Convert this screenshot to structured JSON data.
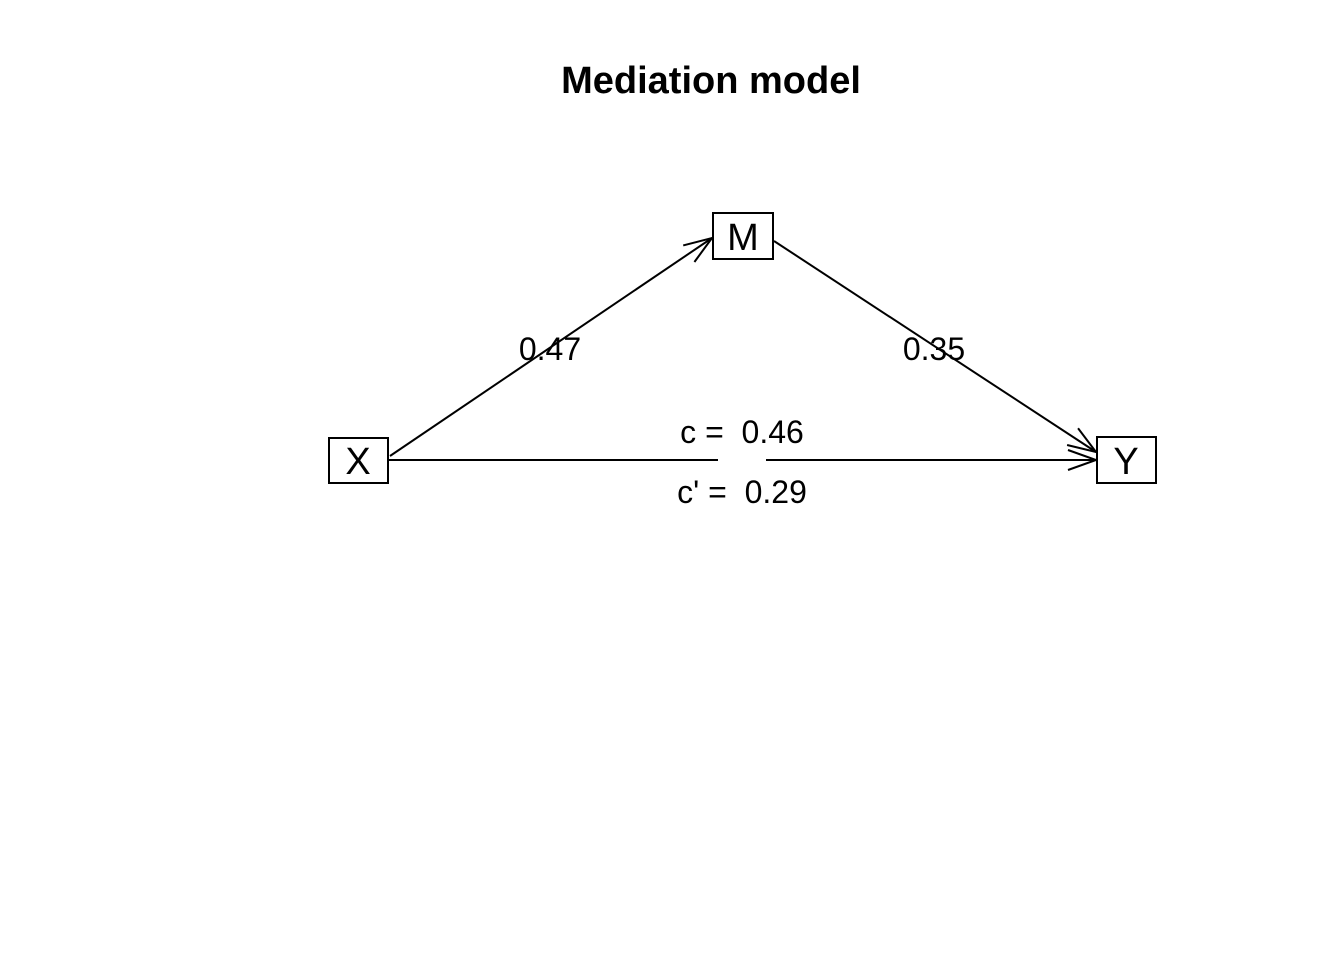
{
  "title": "Mediation model",
  "nodes": {
    "M": "M",
    "X": "X",
    "Y": "Y"
  },
  "paths": {
    "a_label": "0.47",
    "b_label": "0.35",
    "c_label": "c =  0.46",
    "c_prime_label": "c' =  0.29"
  },
  "colors": {
    "background": "#ffffff",
    "line": "#000000",
    "text": "#000000"
  }
}
